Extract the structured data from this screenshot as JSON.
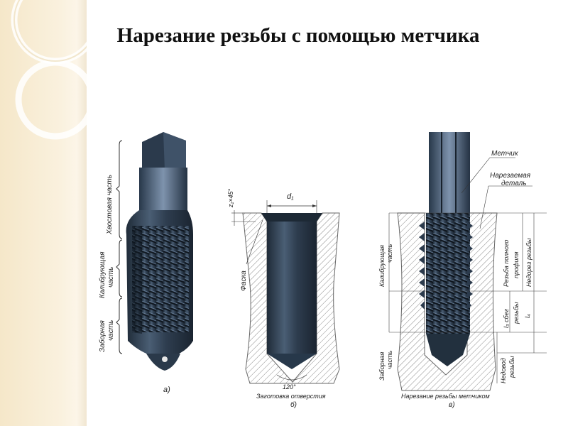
{
  "slide": {
    "title": "Нарезание резьбы с помощью метчика"
  },
  "figure_a": {
    "tail_label": "Хвостовая часть",
    "calibrating_label_1": "Калибрующая",
    "calibrating_label_2": "часть",
    "intake_label_1": "Заборная",
    "intake_label_2": "часть",
    "caption": "а)"
  },
  "figure_b": {
    "chamfer_dim": "z₁×45°",
    "diameter_label": "d₁",
    "chamfer_label": "Фаска",
    "angle_label": "120°",
    "caption_text": "Заготовка отверстия",
    "caption_letter": "б)"
  },
  "figure_c": {
    "tap_label": "Метчик",
    "workpiece_label_1": "Нарезаемая",
    "workpiece_label_2": "деталь",
    "intake_label_1": "Калибрующая",
    "intake_label_2": "часть",
    "intake_lower_label_1": "Заборная",
    "intake_lower_label_2": "часть",
    "full_profile_label_1": "Резьба полного",
    "full_profile_label_2": "профиля",
    "incomplete_label": "Недорез резьбы",
    "runout_label_1": "l₃ сбег",
    "runout_label_2": "резьбы",
    "l4_label": "l₄",
    "undercut_label_1": "Недовод",
    "undercut_label_2": "резьбы",
    "caption_text": "Нарезание резьбы метчиком",
    "caption_letter": "в)"
  },
  "colors": {
    "tap_dark": "#22303e",
    "tap_mid": "#3a4d61",
    "tap_light": "#8fa2b8",
    "hatch": "#777777",
    "side_panel": "#f5e7c9"
  }
}
